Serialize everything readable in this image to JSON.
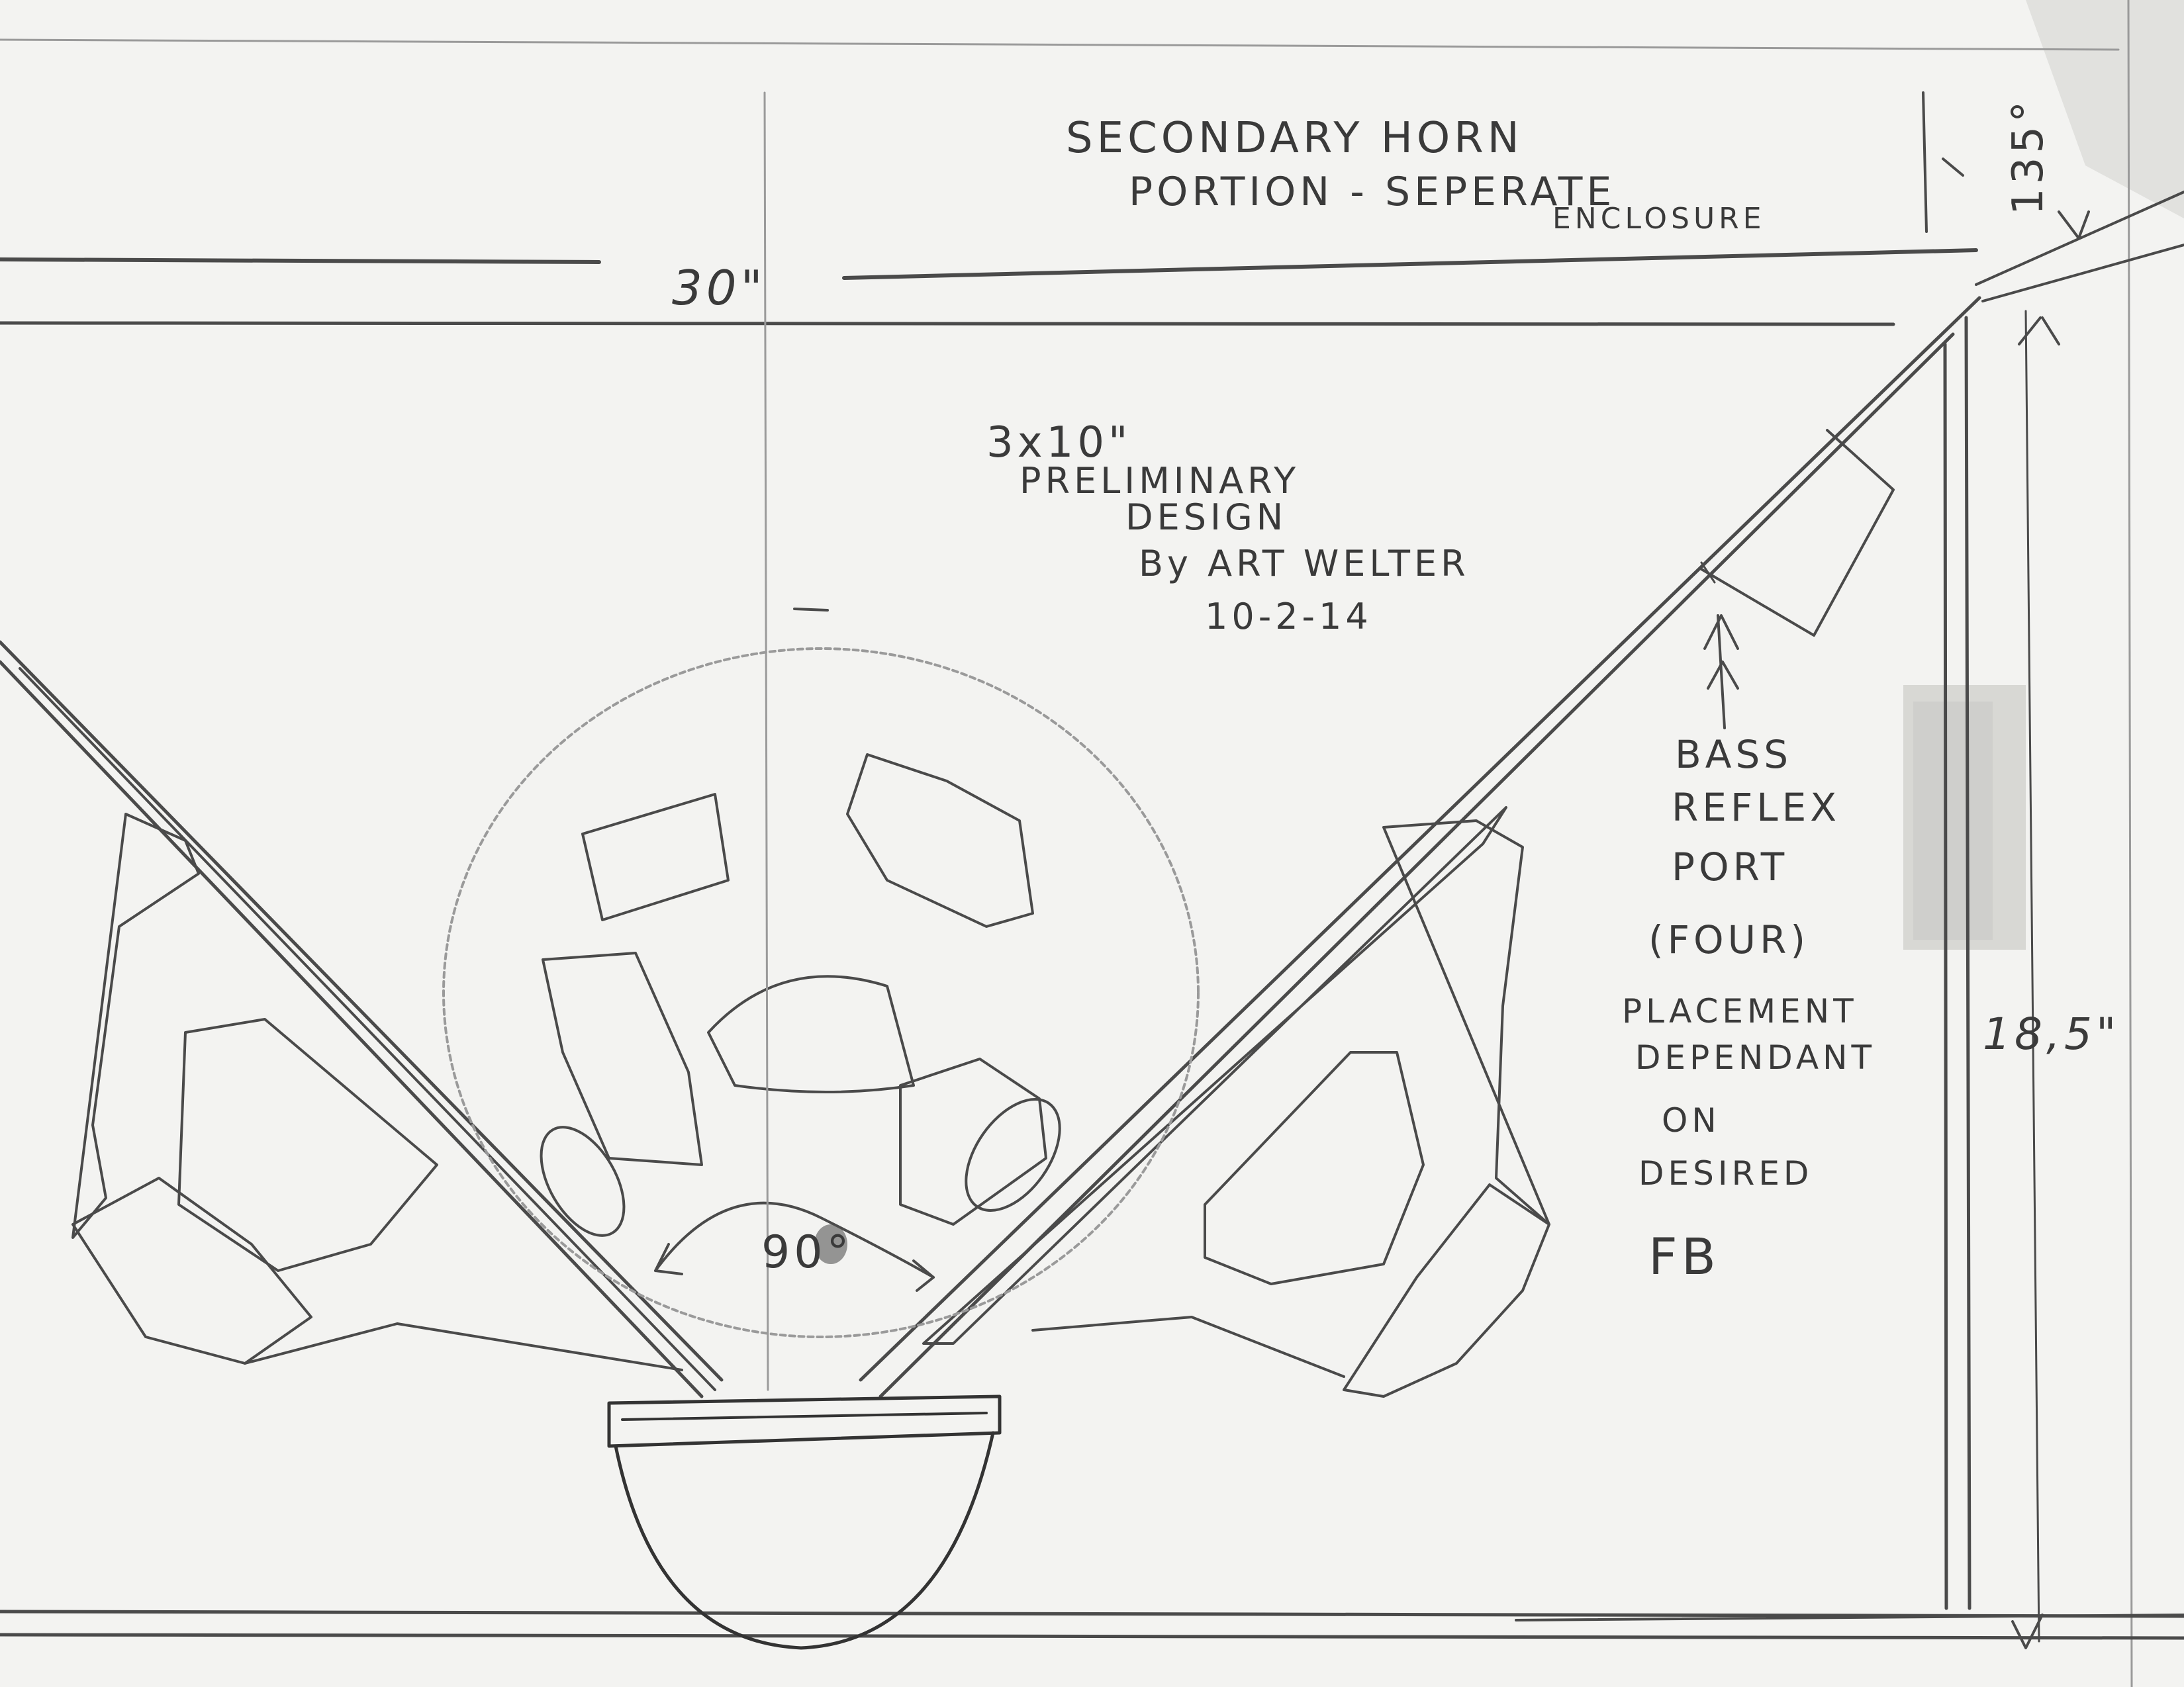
{
  "labels": {
    "title_line1": "SECONDARY HORN",
    "title_line2": "PORTION - SEPERATE",
    "title_line3": "ENCLOSURE",
    "width_dim": "30\"",
    "angle_top": "135°",
    "design_line1": "3x10\"",
    "design_line2": "PRELIMINARY",
    "design_line3": "DESIGN",
    "design_line4": "By ART WELTER",
    "design_line5": "10-2-14",
    "port_line1": "BASS",
    "port_line2": "REFLEX",
    "port_line3": "PORT",
    "port_line4": "(FOUR)",
    "port_line5": "PLACEMENT",
    "port_line6": "DEPENDANT",
    "port_line7": "ON",
    "port_line8": "DESIRED",
    "port_line9": "FB",
    "height_dim": "18,5\"",
    "angle_bottom": "90°"
  },
  "colors": {
    "paper": "#f3f3f1",
    "pencil": "#4a4a4a",
    "tape": "#d2d2cf"
  }
}
